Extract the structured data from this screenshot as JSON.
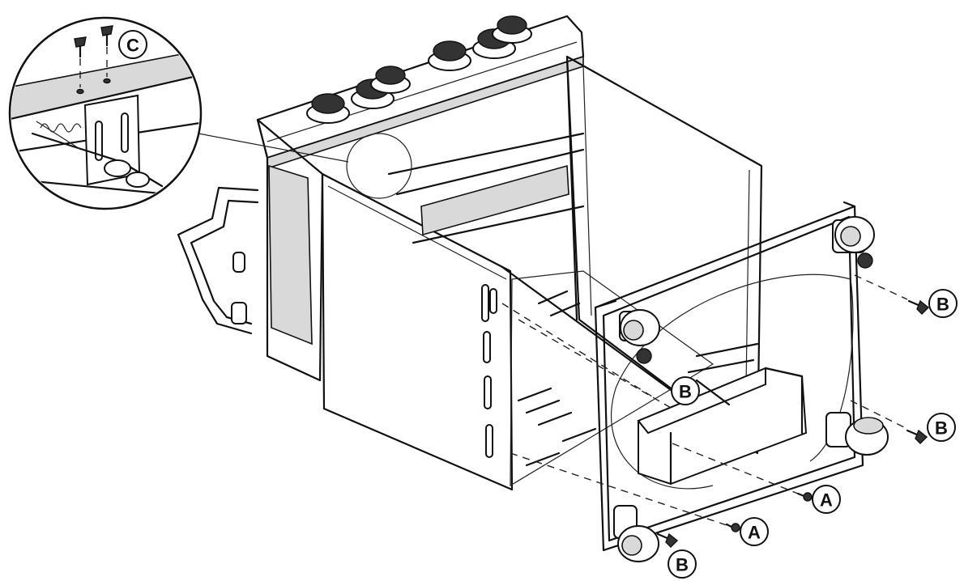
{
  "callouts": {
    "C": "C",
    "B_right_top": "B",
    "B_center": "B",
    "B_right_mid": "B",
    "A_right": "A",
    "A_bottom": "A",
    "B_bottom": "B"
  }
}
